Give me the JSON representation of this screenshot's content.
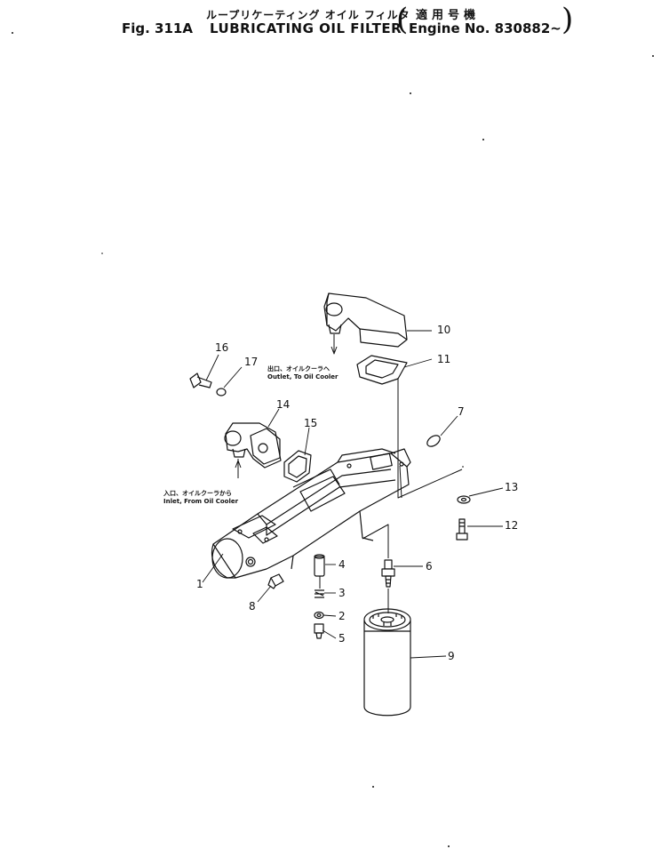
{
  "header": {
    "title_jp": "ループリケーティング オイル フィルタ",
    "fig_no": "Fig. 311A",
    "title_en": "LUBRICATING OIL FILTER",
    "applicability_jp": "適用号機",
    "applicability_en": "Engine No. 830882~",
    "paren_open": "(",
    "paren_close": ")"
  },
  "notes": {
    "outlet_jp": "出口、オイルクーラヘ",
    "outlet_en": "Outlet, To Oil Cooler",
    "inlet_jp": "入口、オイルクーラから",
    "inlet_en": "Inlet, From Oil Cooler"
  },
  "callouts": [
    "1",
    "2",
    "3",
    "4",
    "5",
    "6",
    "7",
    "8",
    "9",
    "10",
    "11",
    "12",
    "13",
    "14",
    "15",
    "16",
    "17"
  ]
}
